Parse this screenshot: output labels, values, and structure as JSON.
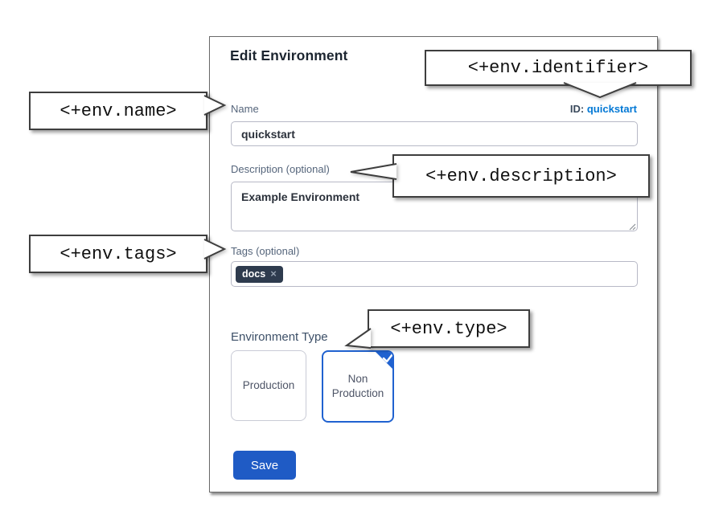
{
  "dialog": {
    "title": "Edit Environment",
    "name_field": {
      "label": "Name",
      "value": "quickstart"
    },
    "id_field": {
      "label": "ID:",
      "value": "quickstart"
    },
    "description_field": {
      "label": "Description (optional)",
      "value": "Example Environment"
    },
    "tags_field": {
      "label": "Tags (optional)",
      "tags": [
        {
          "label": "docs",
          "remove_icon": "×"
        }
      ]
    },
    "environment_type": {
      "label": "Environment Type",
      "options": [
        {
          "label": "Production",
          "selected": false
        },
        {
          "label": "Non Production",
          "selected": true
        }
      ]
    },
    "save_button": "Save"
  },
  "callouts": {
    "identifier": "<+env.identifier>",
    "name": "<+env.name>",
    "description": "<+env.description>",
    "tags": "<+env.tags>",
    "type": "<+env.type>"
  },
  "colors": {
    "link_blue": "#0278d5",
    "primary_button_blue": "#1f5bc5",
    "selected_card_blue": "#2062d0",
    "tag_chip_bg": "#2e3b4e",
    "label_gray_blue": "#55657b",
    "callout_border": "#3e3e3e"
  }
}
